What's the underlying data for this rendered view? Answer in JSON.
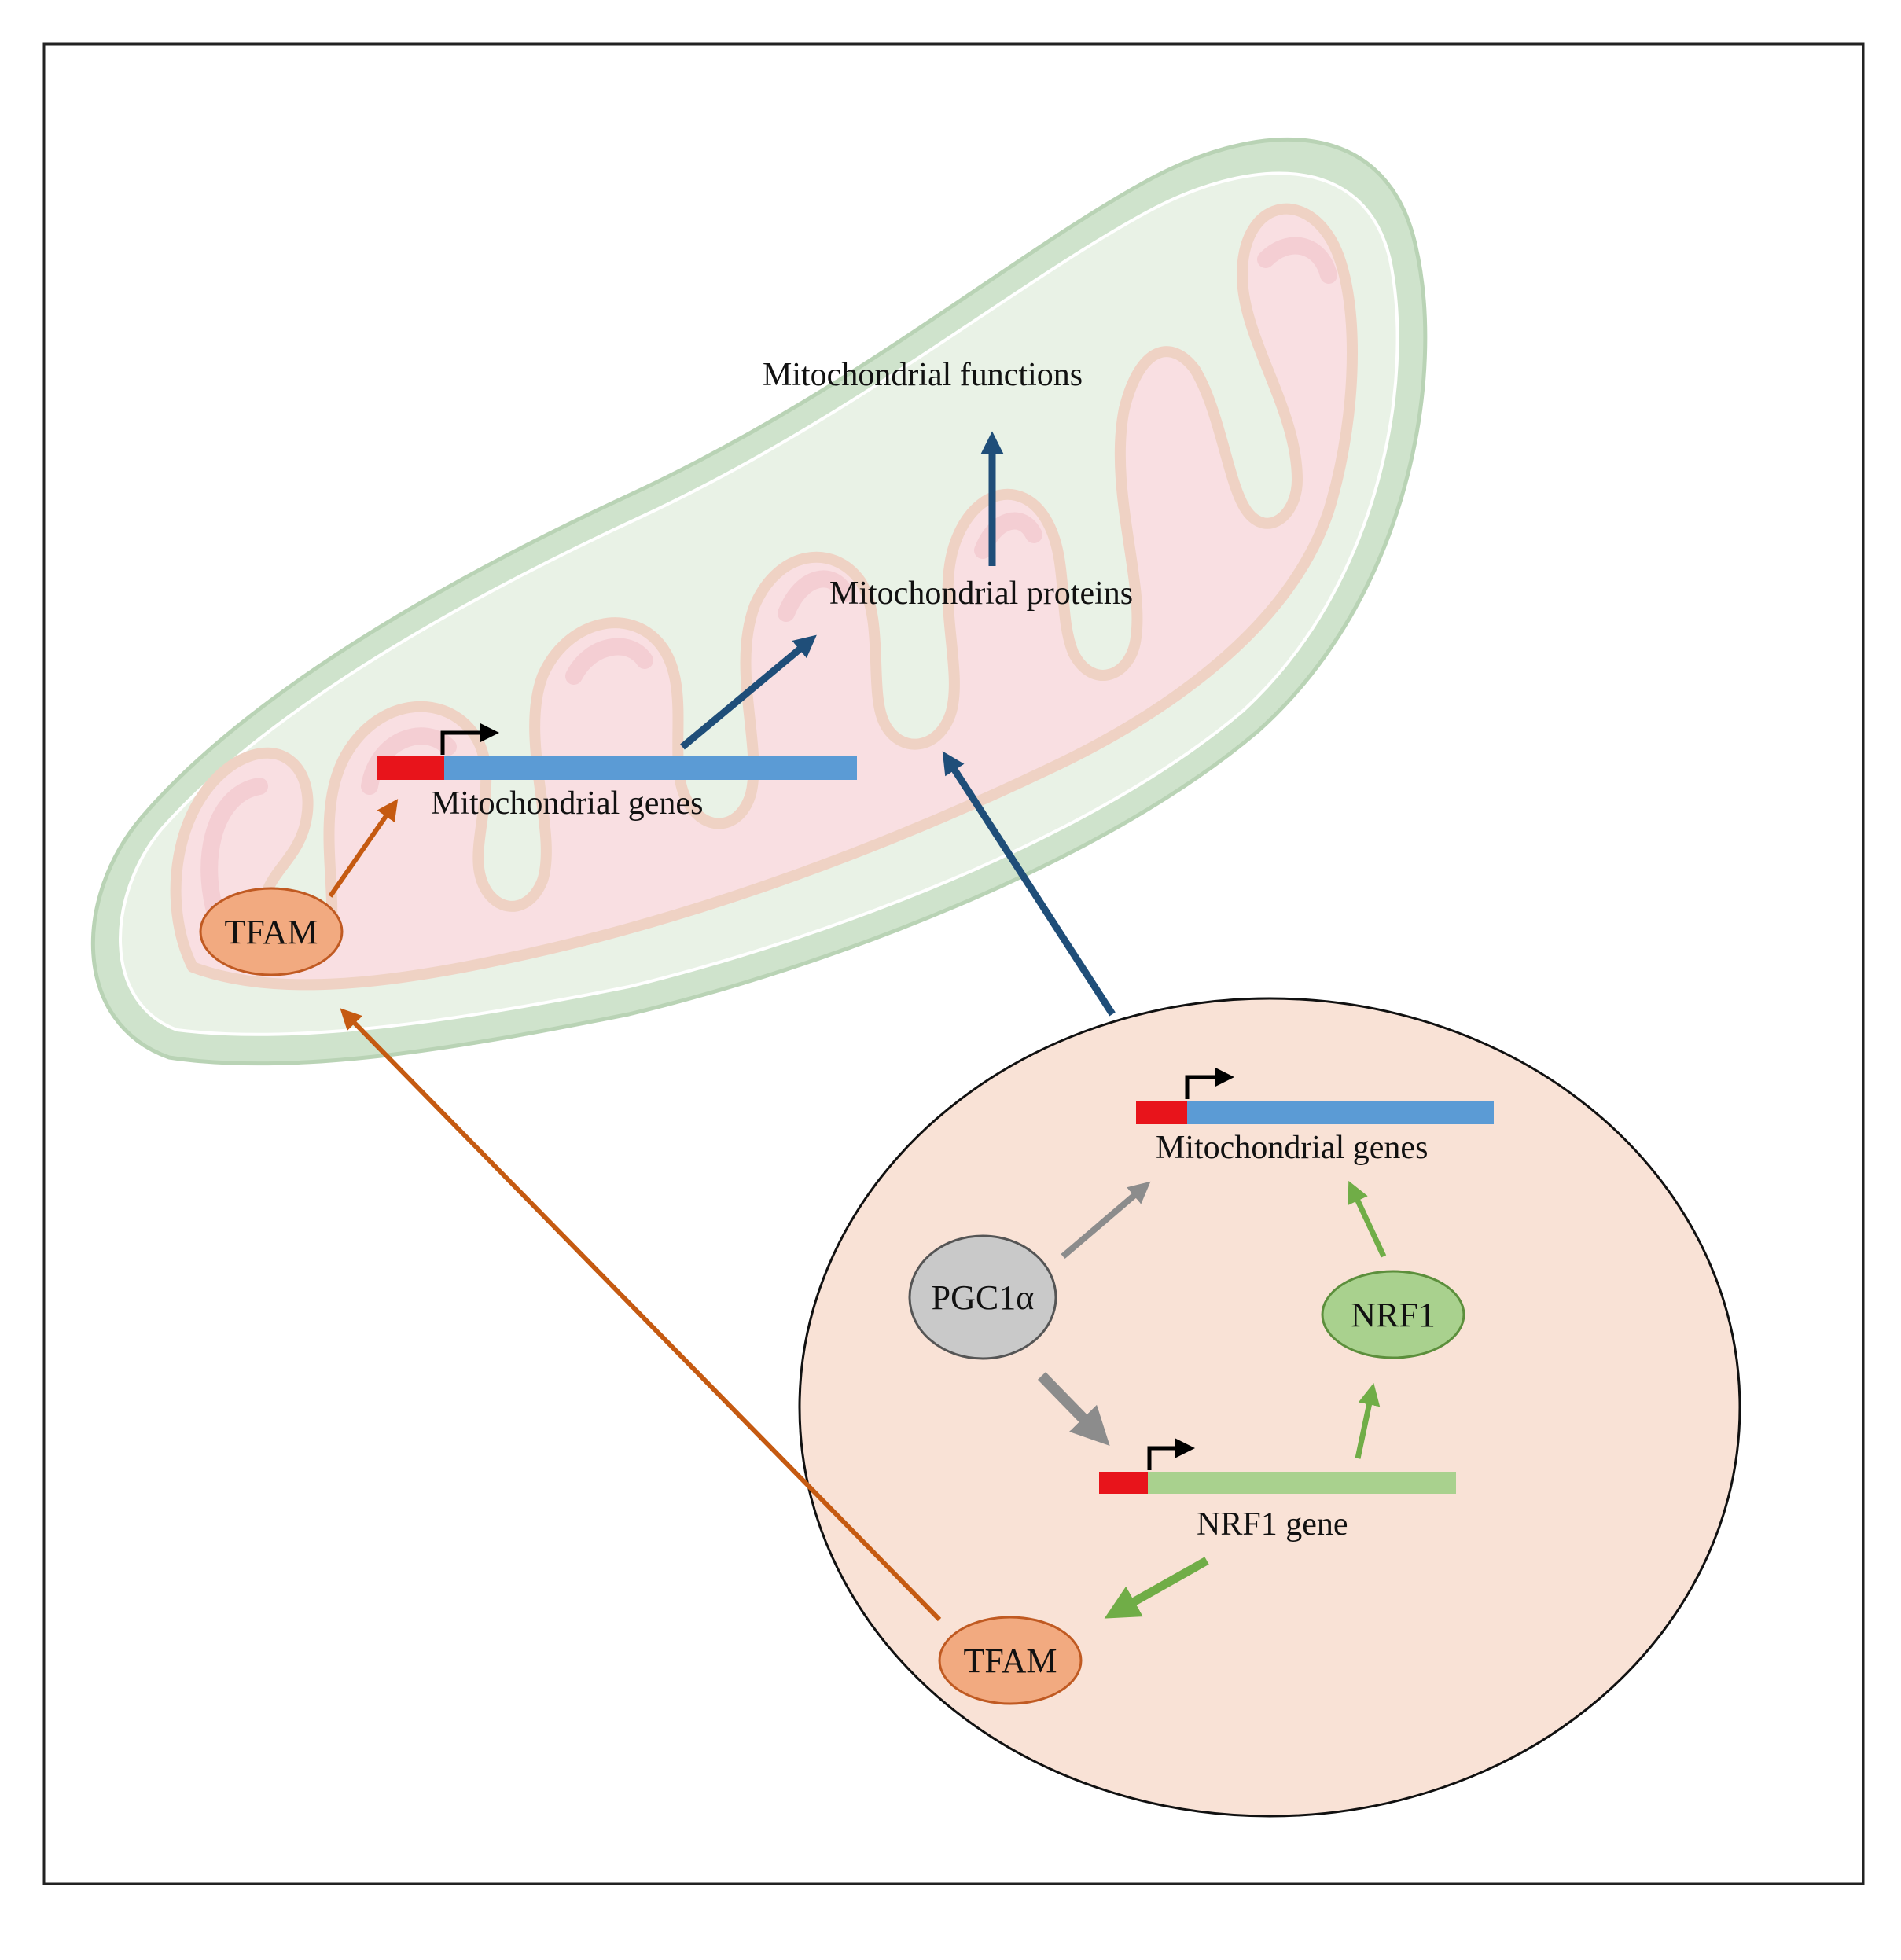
{
  "labels": {
    "mito_functions": "Mitochondrial functions",
    "mito_proteins": "Mitochondrial proteins",
    "mito_genes_mito": "Mitochondrial genes",
    "mito_genes_nucleus": "Mitochondrial genes",
    "nrf1_gene": "NRF1 gene",
    "tfam_mito": "TFAM",
    "tfam_nucleus": "TFAM",
    "pgc1a": "PGC1α",
    "nrf1": "NRF1"
  },
  "colors": {
    "mito_outer": "#cfe3cc",
    "mito_inner_space": "#e9f2e6",
    "cristae_fill": "#f9dfe2",
    "cristae_stroke": "#efd2c4",
    "nucleus_fill": "#f9e2d6",
    "promoter_red": "#e8141b",
    "gene_blue": "#5b9bd5",
    "gene_green": "#a9d18e",
    "tfam_fill": "#f2aa80",
    "tfam_stroke": "#c05a22",
    "pgc_fill": "#c9c9c9",
    "nrf1_fill": "#a9d18e",
    "nrf1_stroke": "#5c8f3c",
    "arrow_navy": "#1f4e79",
    "arrow_orange": "#c55a11",
    "arrow_gray": "#8c8c8c",
    "arrow_green": "#70ad47"
  }
}
